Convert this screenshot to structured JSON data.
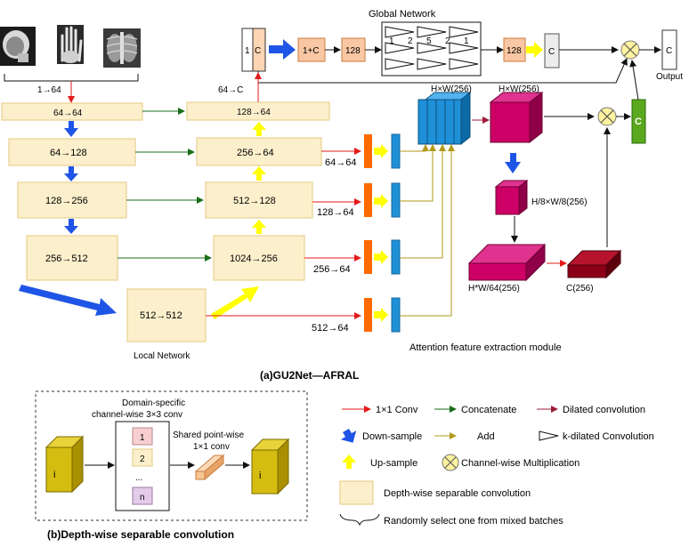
{
  "diagram": {
    "global": {
      "title": "Global Network",
      "input_box": "1",
      "c_box": "C",
      "step1": "1+C",
      "step2": "128",
      "step3": "128",
      "c_out": "C",
      "dilations": [
        "1",
        "2",
        "5",
        "2",
        "1"
      ],
      "output_box": "C",
      "output_label": "Output"
    },
    "local": {
      "input_channels": "1→64",
      "skip_label": "64→C",
      "label": "Local Network",
      "encoder": [
        "64→64",
        "64→128",
        "128→256",
        "256→512",
        "512→512"
      ],
      "decoder": [
        "128→64",
        "256→64",
        "512→128",
        "1024→256"
      ],
      "side_labels": [
        "64→64",
        "128→64",
        "256→64",
        "512→64"
      ]
    },
    "afem": {
      "label": "Attention feature extraction module",
      "stack_label": "H×W(256)",
      "cube_label": "H×W(256)",
      "small_cube_label": "H/8×W/8(256)",
      "slab_label": "H*W/64(256)",
      "dark_slab_label": "C(256)",
      "green_box": "C"
    },
    "caption_a": "(a)GU2Net—AFRAL",
    "caption_b": "(b)Depth-wise separable convolution",
    "dw": {
      "title_line1": "Domain-specific",
      "title_line2": "channel-wise 3×3 conv",
      "channels": [
        "1",
        "2",
        "...",
        "n"
      ],
      "shared_line1": "Shared point-wise",
      "shared_line2": "1×1 conv",
      "cube_letter": "i"
    },
    "legend": {
      "conv1x1": "1×1 Conv",
      "concat": "Concatenate",
      "dilated": "Dilated convolution",
      "down": "Down-sample",
      "add": "Add",
      "kdilated": "k-dilated Convolution",
      "up": "Up-sample",
      "cwm": "Channel-wise Multiplication",
      "dsc": "Depth-wise separable convolution",
      "random": "Randomly select one from mixed batches"
    },
    "colors": {
      "block_fill": "#fcefcc",
      "block_stroke": "#e5c87f",
      "red": "#e51a1a",
      "green": "#1a6e1a",
      "blue": "#1f55e6",
      "yellow": "#ffff00",
      "olive": "#b19a1a",
      "maroon": "#9c1b3a",
      "orange": "#ff6a00",
      "cyan": "#1e90d8",
      "magenta": "#cc0066",
      "darkred": "#8b0016",
      "green_box": "#5aa81e"
    }
  }
}
